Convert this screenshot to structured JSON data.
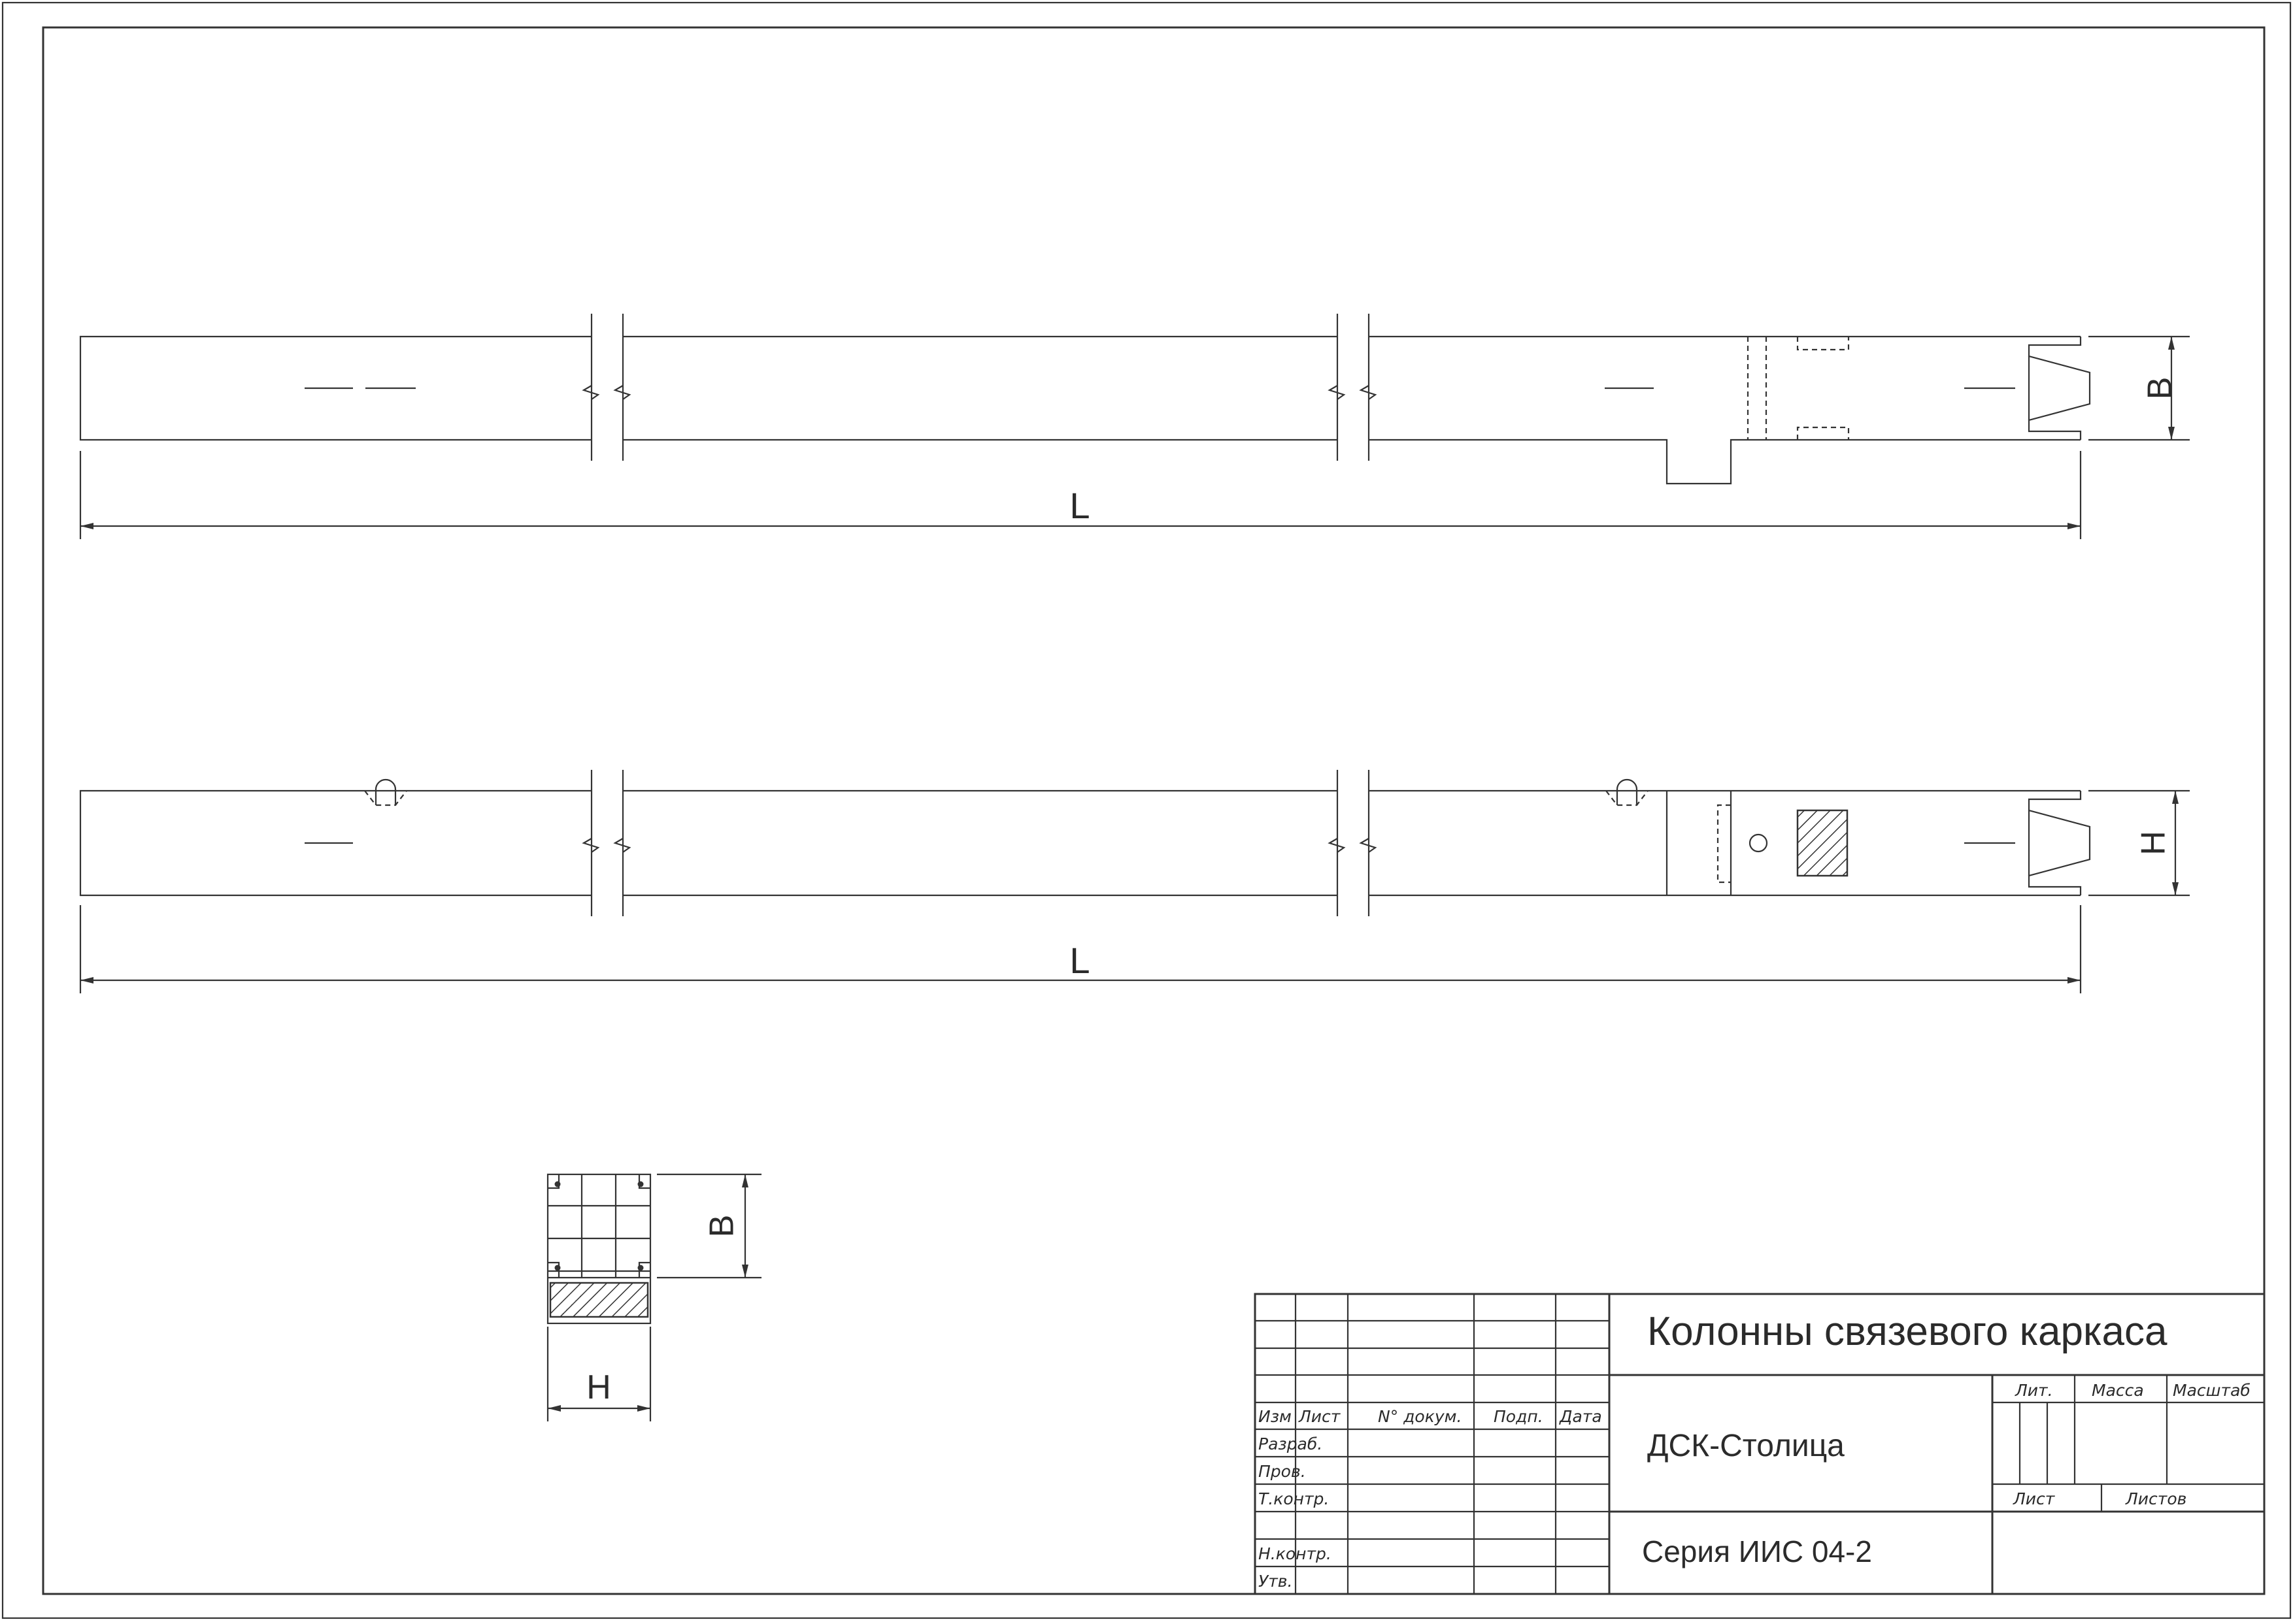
{
  "drawing": {
    "dim_length": "L",
    "dim_width": "B",
    "dim_height": "H"
  },
  "title_block": {
    "title": "Колонны связевого каркаса",
    "organization": "ДСК-Столица",
    "series": "Серия ИИС 04-2",
    "header": {
      "izm": "Изм",
      "list": "Лист",
      "doc_no": "N° докум.",
      "signature": "Подп.",
      "date": "Дата"
    },
    "roles": [
      "Разраб.",
      "Пров.",
      "Т.контр.",
      "",
      "Н.контр.",
      "Утв."
    ],
    "lit": "Лит.",
    "mass": "Масса",
    "scale": "Масштаб",
    "sheet": "Лист",
    "sheets": "Листов"
  }
}
